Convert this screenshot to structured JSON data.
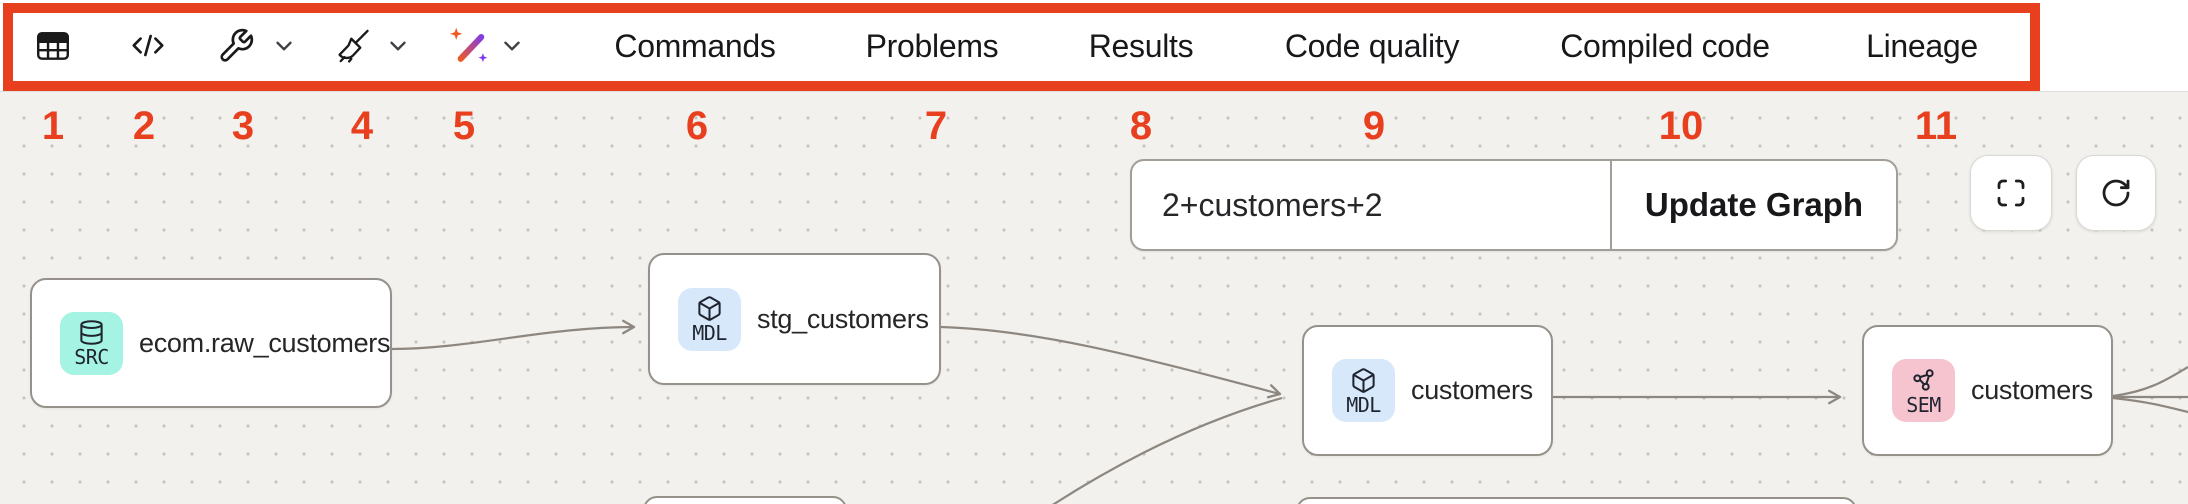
{
  "toolbar": {
    "icons": [
      {
        "name": "table-icon"
      },
      {
        "name": "code-icon"
      },
      {
        "name": "wrench-icon",
        "has_dropdown": true
      },
      {
        "name": "broom-icon",
        "has_dropdown": true
      },
      {
        "name": "magic-wand-icon",
        "has_dropdown": true
      }
    ],
    "tabs": [
      {
        "label": "Commands"
      },
      {
        "label": "Problems"
      },
      {
        "label": "Results"
      },
      {
        "label": "Code quality"
      },
      {
        "label": "Compiled code"
      },
      {
        "label": "Lineage"
      }
    ]
  },
  "annotations": {
    "numbers": [
      "1",
      "2",
      "3",
      "4",
      "5",
      "6",
      "7",
      "8",
      "9",
      "10",
      "11"
    ],
    "highlight_color": "#e8401f"
  },
  "graph_controls": {
    "filter_value": "2+customers+2",
    "update_button_label": "Update Graph",
    "buttons": [
      {
        "name": "fullscreen-icon"
      },
      {
        "name": "refresh-icon"
      }
    ]
  },
  "lineage": {
    "nodes": [
      {
        "badge": "SRC",
        "icon": "database-icon",
        "title": "ecom.raw_customers",
        "badge_color": "#a5f3e3"
      },
      {
        "badge": "MDL",
        "icon": "cube-icon",
        "title": "stg_customers",
        "badge_color": "#d7e8fb"
      },
      {
        "badge": "MDL",
        "icon": "cube-icon",
        "title": "customers",
        "badge_color": "#d7e8fb"
      },
      {
        "badge": "SEM",
        "icon": "semantic-graph-icon",
        "title": "customers",
        "badge_color": "#f6c4ce"
      }
    ],
    "edges": [
      {
        "from": "ecom.raw_customers",
        "to": "stg_customers"
      },
      {
        "from": "stg_customers",
        "to": "customers (MDL)"
      },
      {
        "from": "offscreen-bottom",
        "to": "customers (MDL)"
      },
      {
        "from": "customers (MDL)",
        "to": "customers (SEM)"
      },
      {
        "from": "customers (SEM)",
        "to": "offscreen-right"
      }
    ]
  },
  "colors": {
    "edge": "#8d8780",
    "canvas_bg": "#f2f1ee",
    "toolbar_bg": "#ffffff",
    "wand_orange": "#ef5a24",
    "wand_purple": "#7c3aed"
  }
}
